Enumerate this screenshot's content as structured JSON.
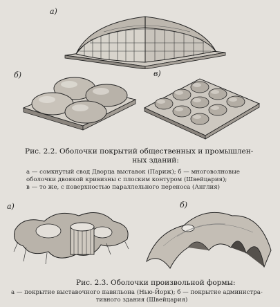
{
  "figure_2_2": {
    "labels": {
      "a": "а)",
      "b": "б)",
      "v": "в)"
    },
    "caption_line1": "Рис. 2.2. Оболочки покрытий общественных и промышлен-",
    "caption_line2": "ных зданий:",
    "legend_line1": "а — сомкнутый свод Дворца выставок (Париж); б — многоволновые",
    "legend_line2": "оболочки двоякой кривизны с плоским контуром (Швейцария);",
    "legend_line3": "в — то же, с поверхностью параллельного переноса (Англия)"
  },
  "figure_2_3": {
    "labels": {
      "a": "а)",
      "b": "б)"
    },
    "caption": "Рис. 2.3. Оболочки произвольной формы:",
    "legend_line1": "а — покрытие выставочного павильона (Нью-Йорк); б — покрытие администра-",
    "legend_line2": "тивного здания (Швейцария)"
  }
}
